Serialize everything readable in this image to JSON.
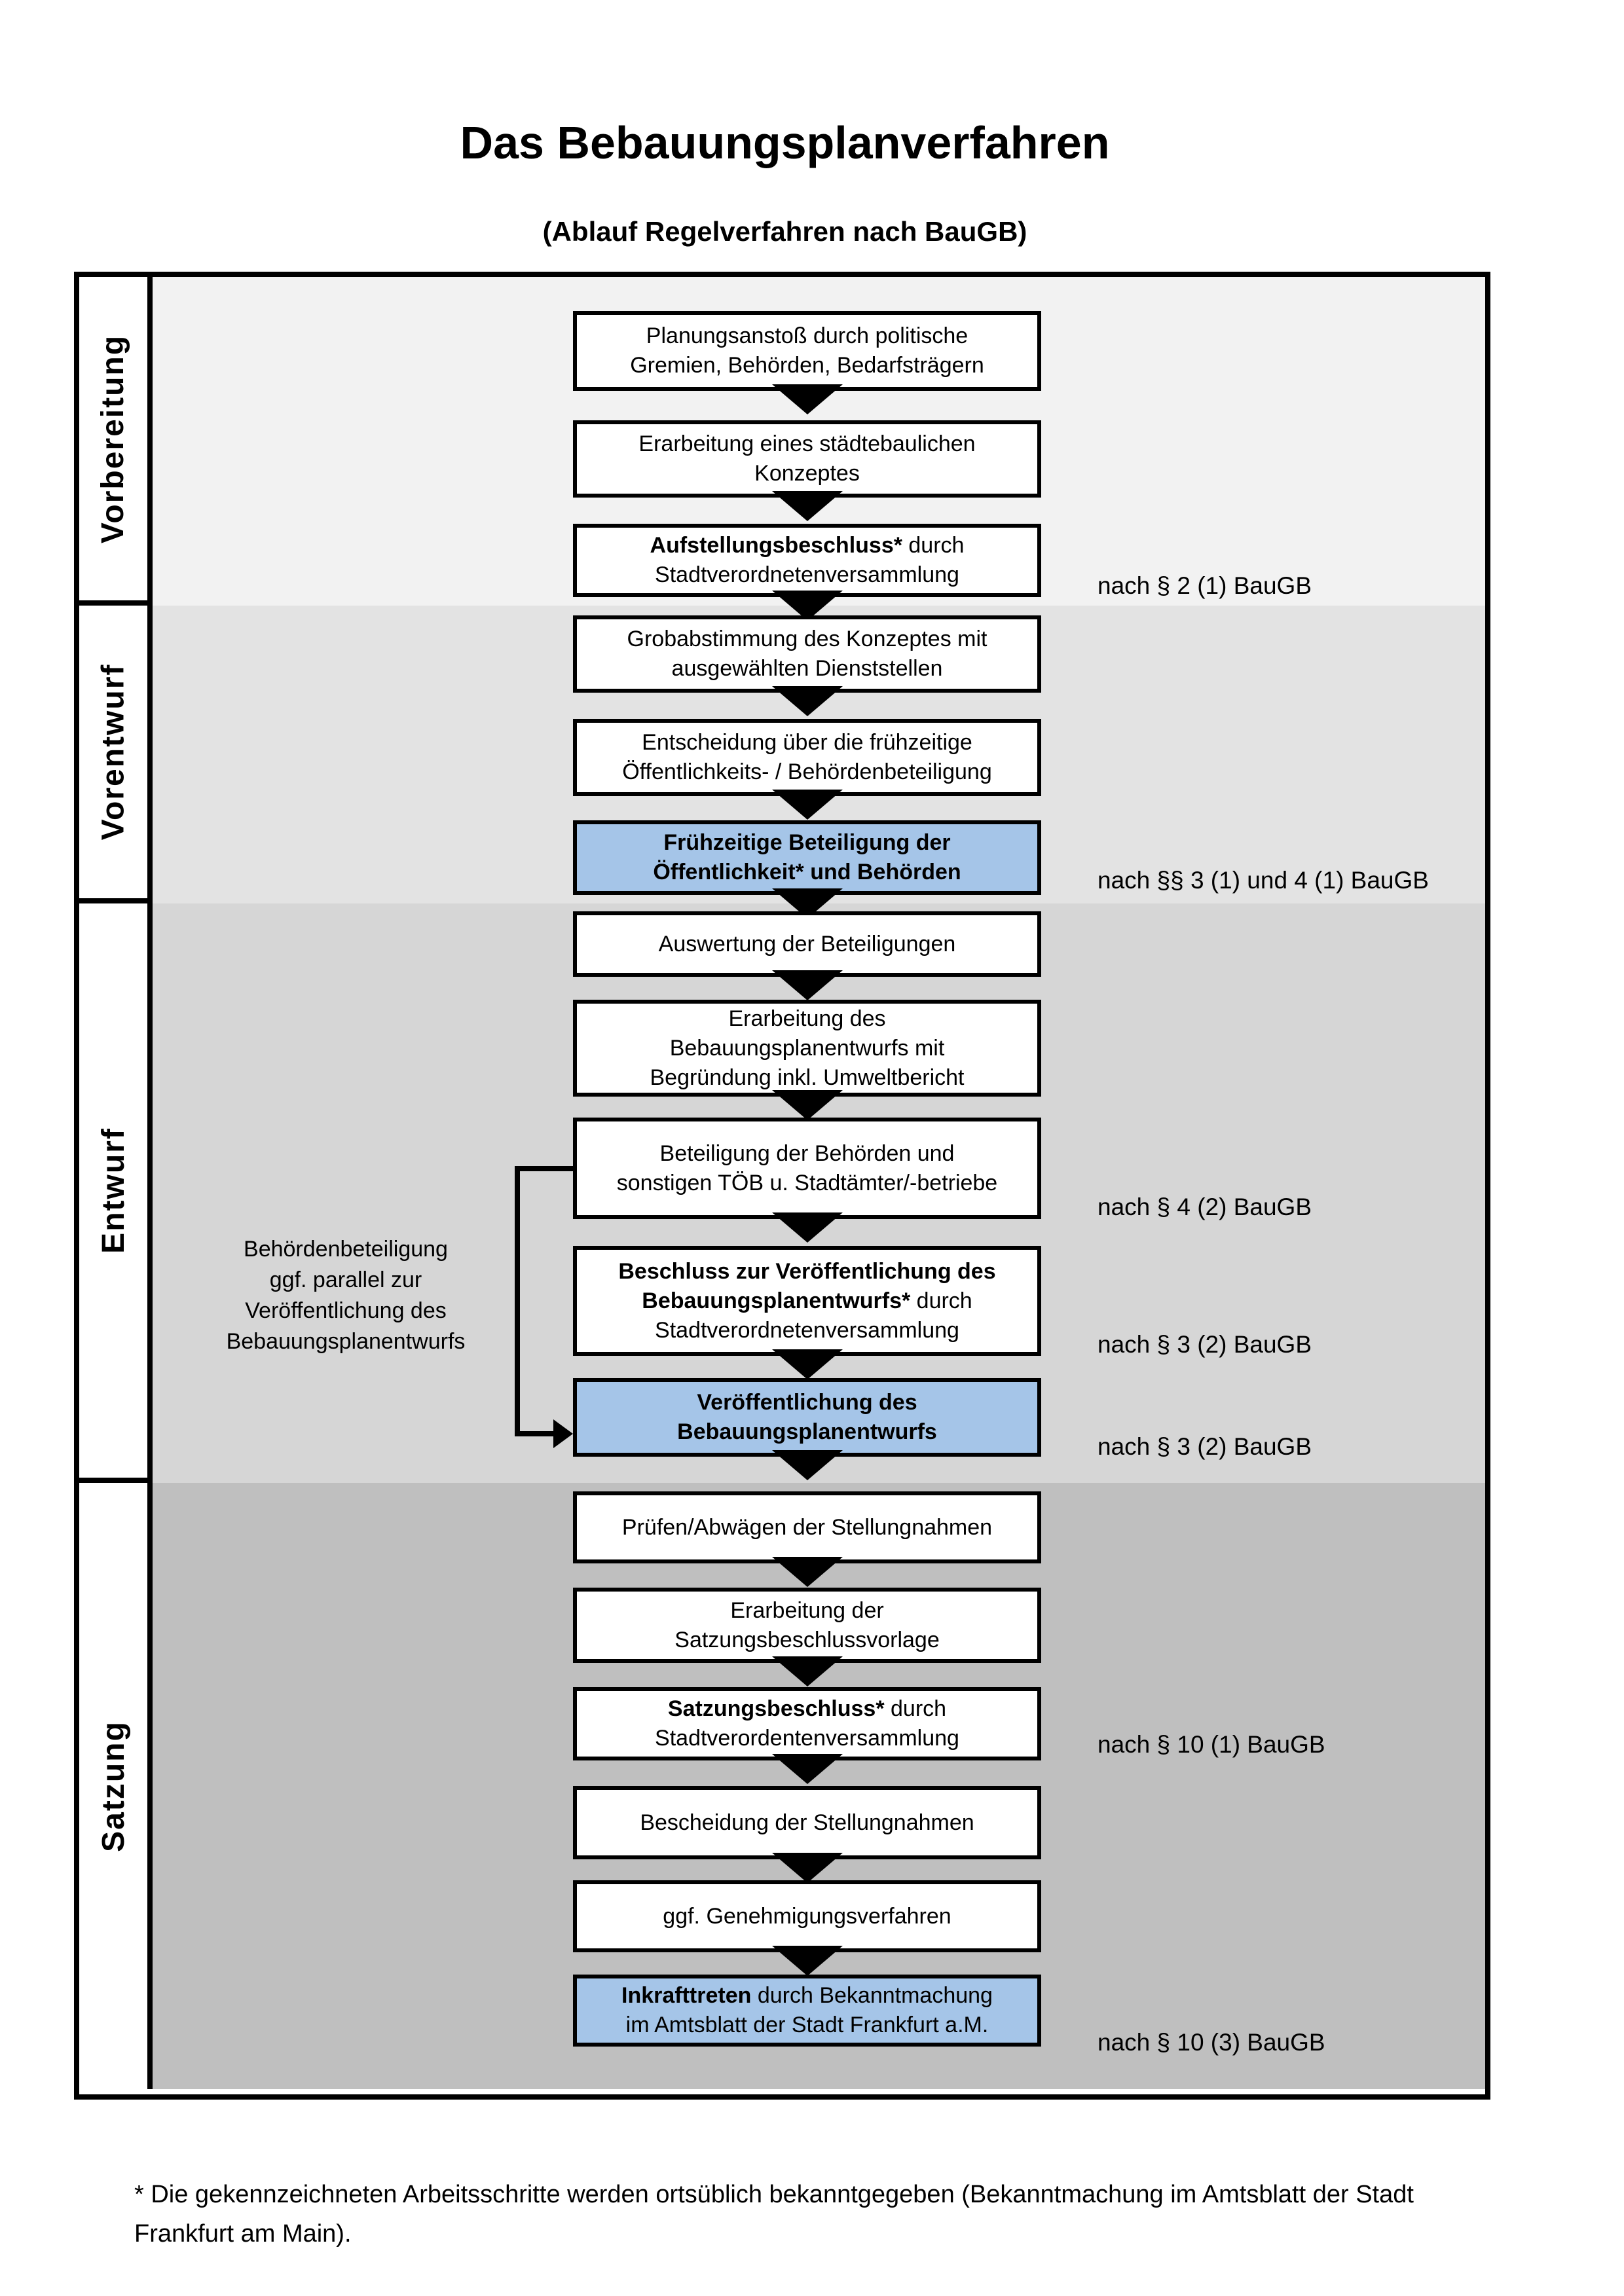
{
  "title": "Das Bebauungsplanverfahren",
  "subtitle": "(Ablauf Regelverfahren nach BauGB)",
  "phases": [
    {
      "label": "Vorbereitung"
    },
    {
      "label": "Vorentwurf"
    },
    {
      "label": "Entwurf"
    },
    {
      "label": "Satzung"
    }
  ],
  "steps": [
    {
      "id": "b1",
      "phase": "Vorbereitung",
      "highlighted": false,
      "lines": [
        [
          {
            "t": "Planungsanstoß durch politische",
            "b": false
          }
        ],
        [
          {
            "t": "Gremien, Behörden, Bedarfsträgern",
            "b": false
          }
        ]
      ]
    },
    {
      "id": "b2",
      "phase": "Vorbereitung",
      "highlighted": false,
      "lines": [
        [
          {
            "t": "Erarbeitung eines städtebaulichen",
            "b": false
          }
        ],
        [
          {
            "t": "Konzeptes",
            "b": false
          }
        ]
      ]
    },
    {
      "id": "b3",
      "phase": "Vorbereitung",
      "highlighted": false,
      "lines": [
        [
          {
            "t": "Aufstellungsbeschluss*",
            "b": true
          },
          {
            "t": " durch",
            "b": false
          }
        ],
        [
          {
            "t": "Stadtverordnetenversammlung",
            "b": false
          }
        ]
      ]
    },
    {
      "id": "b4",
      "phase": "Vorentwurf",
      "highlighted": false,
      "lines": [
        [
          {
            "t": "Grobabstimmung des Konzeptes mit",
            "b": false
          }
        ],
        [
          {
            "t": "ausgewählten Dienststellen",
            "b": false
          }
        ]
      ]
    },
    {
      "id": "b5",
      "phase": "Vorentwurf",
      "highlighted": false,
      "lines": [
        [
          {
            "t": "Entscheidung über die frühzeitige",
            "b": false
          }
        ],
        [
          {
            "t": "Öffentlichkeits- / Behördenbeteiligung",
            "b": false
          }
        ]
      ]
    },
    {
      "id": "b6",
      "phase": "Vorentwurf",
      "highlighted": true,
      "lines": [
        [
          {
            "t": "Frühzeitige Beteiligung der",
            "b": true
          }
        ],
        [
          {
            "t": "Öffentlichkeit* und Behörden",
            "b": true
          }
        ]
      ]
    },
    {
      "id": "b7",
      "phase": "Entwurf",
      "highlighted": false,
      "lines": [
        [
          {
            "t": "Auswertung der Beteiligungen",
            "b": false
          }
        ]
      ]
    },
    {
      "id": "b8",
      "phase": "Entwurf",
      "highlighted": false,
      "lines": [
        [
          {
            "t": "Erarbeitung des",
            "b": false
          }
        ],
        [
          {
            "t": "Bebauungsplanentwurfs mit",
            "b": false
          }
        ],
        [
          {
            "t": "Begründung inkl. Umweltbericht",
            "b": false
          }
        ]
      ]
    },
    {
      "id": "b9",
      "phase": "Entwurf",
      "highlighted": false,
      "lines": [
        [
          {
            "t": "Beteiligung der Behörden und",
            "b": false
          }
        ],
        [
          {
            "t": "sonstigen TÖB u. Stadtämter/-betriebe",
            "b": false
          }
        ]
      ]
    },
    {
      "id": "b10",
      "phase": "Entwurf",
      "highlighted": false,
      "lines": [
        [
          {
            "t": "Beschluss zur Veröffentlichung des",
            "b": true
          }
        ],
        [
          {
            "t": "Bebauungsplanentwurfs*",
            "b": true
          },
          {
            "t": " durch",
            "b": false
          }
        ],
        [
          {
            "t": "Stadtverordnetenversammlung",
            "b": false
          }
        ]
      ]
    },
    {
      "id": "b11",
      "phase": "Entwurf",
      "highlighted": true,
      "lines": [
        [
          {
            "t": "Veröffentlichung des",
            "b": true
          }
        ],
        [
          {
            "t": "Bebauungsplanentwurfs",
            "b": true
          }
        ]
      ]
    },
    {
      "id": "b12",
      "phase": "Satzung",
      "highlighted": false,
      "lines": [
        [
          {
            "t": "Prüfen/Abwägen der Stellungnahmen",
            "b": false
          }
        ]
      ]
    },
    {
      "id": "b13",
      "phase": "Satzung",
      "highlighted": false,
      "lines": [
        [
          {
            "t": "Erarbeitung der",
            "b": false
          }
        ],
        [
          {
            "t": "Satzungsbeschlussvorlage",
            "b": false
          }
        ]
      ]
    },
    {
      "id": "b14",
      "phase": "Satzung",
      "highlighted": false,
      "lines": [
        [
          {
            "t": "Satzungsbeschluss*",
            "b": true
          },
          {
            "t": " durch",
            "b": false
          }
        ],
        [
          {
            "t": "Stadtverordentenversammlung",
            "b": false
          }
        ]
      ]
    },
    {
      "id": "b15",
      "phase": "Satzung",
      "highlighted": false,
      "lines": [
        [
          {
            "t": "Bescheidung der Stellungnahmen",
            "b": false
          }
        ]
      ]
    },
    {
      "id": "b16",
      "phase": "Satzung",
      "highlighted": false,
      "lines": [
        [
          {
            "t": "ggf. Genehmigungsverfahren",
            "b": false
          }
        ]
      ]
    },
    {
      "id": "b17",
      "phase": "Satzung",
      "highlighted": true,
      "lines": [
        [
          {
            "t": "Inkrafttreten",
            "b": true
          },
          {
            "t": " durch Bekanntmachung",
            "b": false
          }
        ],
        [
          {
            "t": "im Amtsblatt der Stadt Frankfurt a.M.",
            "b": false
          }
        ]
      ]
    }
  ],
  "notes": [
    {
      "text": "nach § 2 (1) BauGB",
      "for": "b3"
    },
    {
      "text": "nach §§ 3 (1) und 4 (1) BauGB",
      "for": "b6"
    },
    {
      "text": "nach § 4 (2) BauGB",
      "for": "b9"
    },
    {
      "text": "nach § 3 (2) BauGB",
      "for": "b10"
    },
    {
      "text": "nach § 3 (2) BauGB",
      "for": "b11"
    },
    {
      "text": "nach § 10 (1) BauGB",
      "for": "b14"
    },
    {
      "text": "nach § 10 (3) BauGB",
      "for": "b17"
    }
  ],
  "side_annotation": {
    "lines": [
      "Behördenbeteiligung",
      "ggf. parallel zur",
      "Veröffentlichung des",
      "Bebauungsplanentwurfs"
    ]
  },
  "footnote_lines": [
    "* Die gekennzeichneten Arbeitsschritte werden ortsüblich bekanntgegeben (Bekanntmachung im Amtsblatt  der Stadt",
    "Frankfurt am Main)."
  ],
  "colors": {
    "highlight": "#A5C5E8",
    "box_border": "#000000",
    "phase_backgrounds": [
      "#F2F2F2",
      "#E3E3E3",
      "#D6D6D6",
      "#BFBFBF"
    ]
  }
}
